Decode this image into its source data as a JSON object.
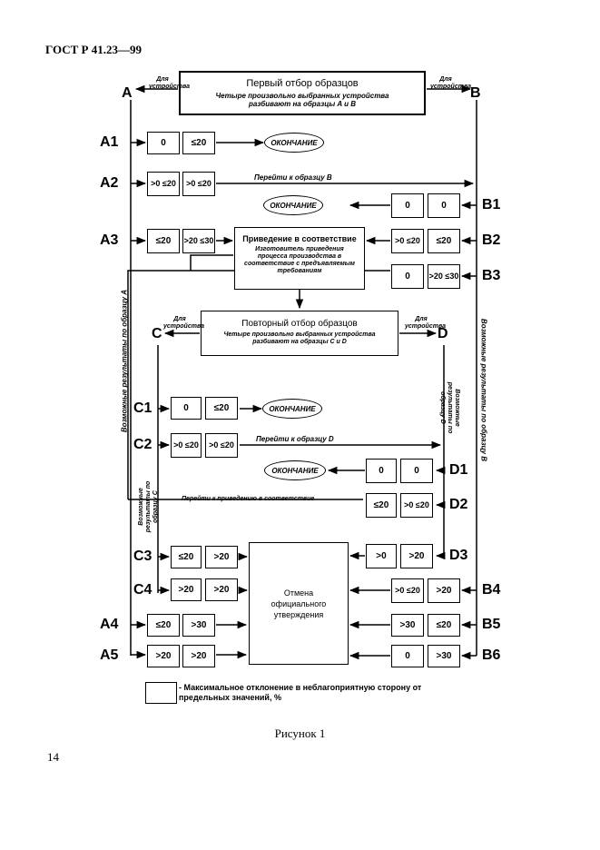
{
  "header": {
    "doc_id": "ГОСТ Р 41.23—99"
  },
  "page_number": "14",
  "caption": "Рисунок 1",
  "labels": {
    "A": "A",
    "B": "B",
    "C": "C",
    "D": "D",
    "A1": "A1",
    "A2": "A2",
    "A3": "A3",
    "A4": "A4",
    "A5": "A5",
    "B1": "B1",
    "B2": "B2",
    "B3": "B3",
    "B4": "B4",
    "B5": "B5",
    "B6": "B6",
    "C1": "C1",
    "C2": "C2",
    "C3": "C3",
    "C4": "C4",
    "D1": "D1",
    "D2": "D2",
    "D3": "D3"
  },
  "first_selection": {
    "title": "Первый отбор образцов",
    "subtitle": "Четыре произвольно выбранных устройства разбивают на образцы A и B",
    "to_devices": "Для устройства"
  },
  "second_selection": {
    "title": "Повторный отбор образцов",
    "subtitle": "Четыре произвольно выбранных устройства разбивают на образцы C и D",
    "to_devices": "Для устройства"
  },
  "conformity": {
    "title": "Приведение в соответствие",
    "subtitle": "Изготовитель приведения процесса производства в соответствие с предъявляемым требованиям"
  },
  "cancel": {
    "text": "Отмена официального утверждения"
  },
  "end_label": "ОКОНЧАНИЕ",
  "cells": {
    "a1": [
      "0",
      "≤20"
    ],
    "a2": [
      ">0 ≤20",
      ">0 ≤20"
    ],
    "a3": [
      "≤20",
      ">20 ≤30"
    ],
    "a4": [
      "≤20",
      ">30"
    ],
    "a5": [
      ">20",
      ">20"
    ],
    "b1": [
      "0",
      "0"
    ],
    "b2": [
      ">0 ≤20",
      "≤20"
    ],
    "b3": [
      "0",
      ">20 ≤30"
    ],
    "b4": [
      ">0 ≤20",
      ">20"
    ],
    "b5": [
      ">30",
      "≤20"
    ],
    "b6": [
      "0",
      ">30"
    ],
    "c1": [
      "0",
      "≤20"
    ],
    "c2": [
      ">0 ≤20",
      ">0 ≤20"
    ],
    "c3": [
      "≤20",
      ">20"
    ],
    "c4": [
      ">20",
      ">20"
    ],
    "d1": [
      "0",
      "0"
    ],
    "d2": [
      "≤20",
      ">0 ≤20"
    ],
    "d3": [
      ">0",
      ">20"
    ]
  },
  "notes": {
    "go_to_b": "Перейти к образцу B",
    "go_to_d": "Перейти к образцу D",
    "go_to_conformity": "Перейти к приведению в соответствие"
  },
  "side_notes": {
    "results_a": "Возможные результаты по образцу A",
    "results_b": "Возможные результаты по образцу B",
    "results_c": "Возможные результаты по образцу C",
    "results_d": "Возможные результаты по образцу D"
  },
  "legend": {
    "text": "- Максимальное отклонение в неблагоприятную сторону от предельных значений, %"
  }
}
